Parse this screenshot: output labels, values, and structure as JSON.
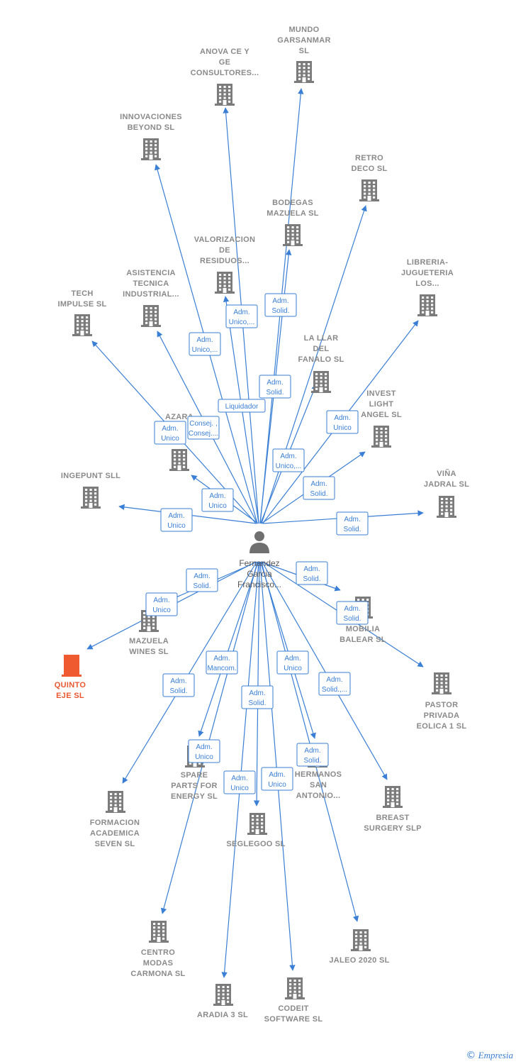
{
  "person": {
    "label": [
      "Fernandez",
      "Garcia",
      "Francisco..."
    ],
    "icon": "person-icon"
  },
  "colors": {
    "edge": "#3a7fd5",
    "building": "#7b7b7b",
    "highlight": "#f05a30",
    "text": "#8a8a8a"
  },
  "companies": [
    {
      "id": "mundo",
      "label": [
        "MUNDO",
        "GARSANMAR",
        "SL"
      ],
      "highlight": false
    },
    {
      "id": "anova",
      "label": [
        "ANOVA CE Y",
        "GE",
        "CONSULTORES..."
      ],
      "highlight": false
    },
    {
      "id": "innovaciones",
      "label": [
        "INNOVACIONES",
        "BEYOND SL"
      ],
      "highlight": false
    },
    {
      "id": "retro",
      "label": [
        "RETRO",
        "DECO SL"
      ],
      "highlight": false
    },
    {
      "id": "bodegas",
      "label": [
        "BODEGAS",
        "MAZUELA SL"
      ],
      "highlight": false
    },
    {
      "id": "valorizacion",
      "label": [
        "VALORIZACION",
        "DE",
        "RESIDUOS..."
      ],
      "highlight": false
    },
    {
      "id": "libreria",
      "label": [
        "LIBRERIA-",
        "JUGUETERIA",
        "LOS..."
      ],
      "highlight": false
    },
    {
      "id": "asistencia",
      "label": [
        "ASISTENCIA",
        "TECNICA",
        "INDUSTRIAL..."
      ],
      "highlight": false
    },
    {
      "id": "tech",
      "label": [
        "TECH",
        "IMPULSE SL"
      ],
      "highlight": false
    },
    {
      "id": "lallar",
      "label": [
        "LA LLAR",
        "DEL",
        "FANALO SL"
      ],
      "highlight": false
    },
    {
      "id": "invest",
      "label": [
        "INVEST",
        "LIGHT",
        "ANGEL SL"
      ],
      "highlight": false
    },
    {
      "id": "azara",
      "label": [
        "AZARA",
        "SL"
      ],
      "highlight": false
    },
    {
      "id": "ingepunt",
      "label": [
        "INGEPUNT SLL"
      ],
      "highlight": false
    },
    {
      "id": "vina",
      "label": [
        "VIÑA",
        "JADRAL SL"
      ],
      "highlight": false
    },
    {
      "id": "mazuela",
      "label": [
        "MAZUELA",
        "WINES SL"
      ],
      "highlight": false
    },
    {
      "id": "quinto",
      "label": [
        "QUINTO",
        "EJE SL"
      ],
      "highlight": true
    },
    {
      "id": "mobilia",
      "label": [
        "MOBILIA",
        "BALEAR SL"
      ],
      "highlight": false
    },
    {
      "id": "pastor",
      "label": [
        "PASTOR",
        "PRIVADA",
        "EOLICA 1 SL"
      ],
      "highlight": false
    },
    {
      "id": "formacion",
      "label": [
        "FORMACION",
        "ACADEMICA",
        "SEVEN SL"
      ],
      "highlight": false
    },
    {
      "id": "spare",
      "label": [
        "SPARE",
        "PARTS FOR",
        "ENERGY SL"
      ],
      "highlight": false
    },
    {
      "id": "hermanos",
      "label": [
        "HERMANOS",
        "SAN",
        "ANTONIO..."
      ],
      "highlight": false
    },
    {
      "id": "breast",
      "label": [
        "BREAST",
        "SURGERY SLP"
      ],
      "highlight": false
    },
    {
      "id": "seglegoo",
      "label": [
        "SEGLEGOO SL"
      ],
      "highlight": false
    },
    {
      "id": "centro",
      "label": [
        "CENTRO",
        "MODAS",
        "CARMONA SL"
      ],
      "highlight": false
    },
    {
      "id": "jaleo",
      "label": [
        "JALEO 2020 SL"
      ],
      "highlight": false
    },
    {
      "id": "aradia",
      "label": [
        "ARADIA 3 SL"
      ],
      "highlight": false
    },
    {
      "id": "codeit",
      "label": [
        "CODEIT",
        "SOFTWARE SL"
      ],
      "highlight": false
    }
  ],
  "edges": [
    {
      "to": "mundo",
      "label": [
        "Adm.",
        "Solid."
      ]
    },
    {
      "to": "anova",
      "label": [
        "Adm.",
        "Unico,..."
      ]
    },
    {
      "to": "innovaciones",
      "label": [
        "Adm.",
        "Unico,..."
      ]
    },
    {
      "to": "retro",
      "label": [
        "Adm.",
        "Unico"
      ]
    },
    {
      "to": "bodegas",
      "label": [
        "Adm.",
        "Solid."
      ]
    },
    {
      "to": "valorizacion",
      "label": [
        "Liquidador"
      ]
    },
    {
      "to": "libreria",
      "label": [
        "Adm.",
        "Unico"
      ]
    },
    {
      "to": "asistencia",
      "label": [
        "Consej. ,",
        "Consej...."
      ]
    },
    {
      "to": "tech",
      "label": [
        "Adm.",
        "Unico"
      ]
    },
    {
      "to": "lallar",
      "label": [
        "Adm.",
        "Unico,..."
      ]
    },
    {
      "to": "invest",
      "label": [
        "Adm.",
        "Solid."
      ]
    },
    {
      "to": "azara",
      "label": [
        "Adm.",
        "Unico"
      ]
    },
    {
      "to": "ingepunt",
      "label": [
        "Adm.",
        "Unico"
      ]
    },
    {
      "to": "vina",
      "label": [
        "Adm.",
        "Solid."
      ]
    },
    {
      "to": "mazuela",
      "label": [
        "Adm.",
        "Solid."
      ]
    },
    {
      "to": "quinto",
      "label": [
        "Adm.",
        "Unico"
      ]
    },
    {
      "to": "mobilia",
      "label": [
        "Adm.",
        "Solid."
      ]
    },
    {
      "to": "pastor",
      "label": [
        "Adm.",
        "Solid."
      ]
    },
    {
      "to": "formacion",
      "label": [
        "Adm.",
        "Solid."
      ]
    },
    {
      "to": "spare",
      "label": [
        "Adm.",
        "Mancom."
      ]
    },
    {
      "to": "hermanos",
      "label": [
        "Adm.",
        "Unico"
      ]
    },
    {
      "to": "breast",
      "label": [
        "Adm.",
        "Solid.,..."
      ]
    },
    {
      "to": "seglegoo",
      "label": [
        "Adm.",
        "Solid."
      ]
    },
    {
      "to": "centro",
      "label": [
        "Adm.",
        "Unico"
      ]
    },
    {
      "to": "jaleo",
      "label": [
        "Adm.",
        "Solid."
      ]
    },
    {
      "to": "aradia",
      "label": [
        "Adm.",
        "Unico"
      ]
    },
    {
      "to": "codeit",
      "label": [
        "Adm.",
        "Unico"
      ]
    }
  ],
  "footer": {
    "copyright": "©",
    "brand": "Empresia"
  }
}
